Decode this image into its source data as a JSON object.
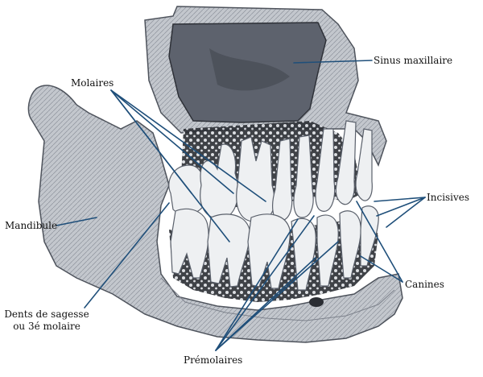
{
  "labels": {
    "sinus": "Sinus maxillaire",
    "molaires": "Molaires",
    "incisives": "Incisives",
    "mandibule": "Mandibule",
    "canines": "Canines",
    "sagesse_line1": "Dents de sagesse",
    "sagesse_line2": "ou 3é molaire",
    "premolaires": "Prémolaires"
  },
  "colors": {
    "leader_line": "#1f4f7a",
    "bone": "#c9ccd1",
    "bone_shadow": "#7d828c",
    "tooth": "#eef0f2",
    "tooth_edge": "#5a606b",
    "sinus": "#5d626d",
    "spongy": "#2a2d33"
  }
}
